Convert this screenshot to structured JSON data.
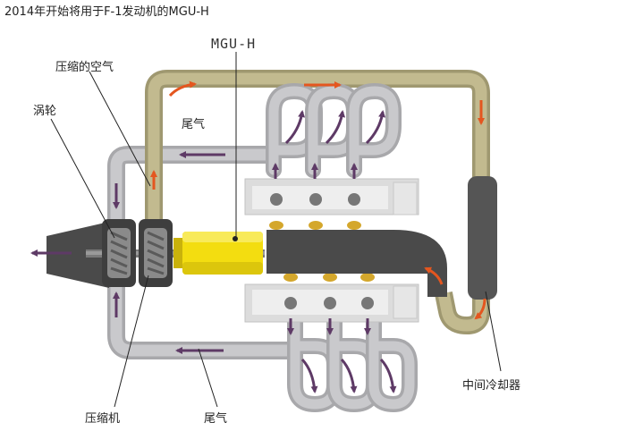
{
  "title": "2014年开始将用于F-1发动机的MGU-H",
  "labels": {
    "mgu_h": "MGU-H",
    "compressed_air": "压缩的空气",
    "turbine": "涡轮",
    "exhaust_top": "尾气",
    "exhaust_bottom": "尾气",
    "compressor": "压缩机",
    "intercooler": "中间冷却器"
  },
  "colors": {
    "exhaust_pipe": "#b5b5b8",
    "intake_pipe": "#bab184",
    "flow_exhaust": "#5e3a66",
    "flow_intake": "#e4561f",
    "mgu": "#f3dd10",
    "engine": "#d9d9d9",
    "dark": "#555555"
  },
  "icons": [
    "flow-arrow-icon"
  ]
}
